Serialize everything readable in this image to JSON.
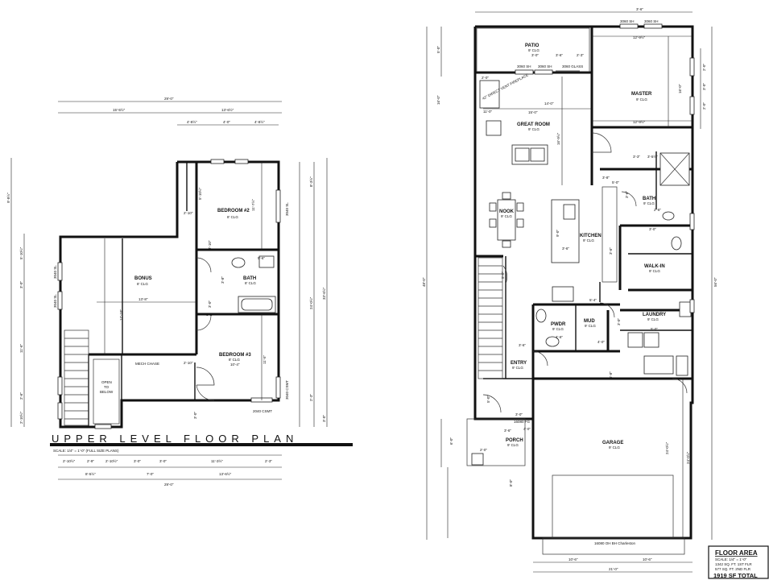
{
  "upper": {
    "title": "UPPER LEVEL FLOOR PLAN",
    "scale": "SCALE: 1/4\" = 1'-0\" (FULL SIZE PLANS)",
    "rooms": {
      "bedroom2": "BEDROOM #2",
      "bedroom2_sub": "8' CLG",
      "bedroom2_dim": "11'-7½\"",
      "bonus": "BONUS",
      "bonus_sub": "8' CLG",
      "bonus_w": "13'-8\"",
      "bonus_h": "17'-10\"",
      "bath": "BATH",
      "bath_sub": "8' CLG",
      "bedroom3": "BEDROOM #3",
      "bedroom3_sub": "8' CLG",
      "bedroom3_w": "10'-4\"",
      "bedroom3_h": "11'-5\"",
      "mech": "MECH CHASE",
      "open1": "OPEN",
      "open2": "TO",
      "open3": "BELOW"
    },
    "dims": {
      "top_total": "29'-0\"",
      "top_left": "15'-5½\"",
      "top_right": "13'-6½\"",
      "top_a": "4'-8½\"",
      "top_b": "4'-0\"",
      "top_c": "4'-8½\"",
      "bot_a": "2'-10½\"",
      "bot_b": "2'-9\"",
      "bot_c": "2'-10½\"",
      "bot_d": "3'-0\"",
      "bot_e": "3'-0\"",
      "bot_f": "11'-3½\"",
      "bot_g": "2'-3\"",
      "bot2_a": "8'-5½\"",
      "bot2_b": "7'-0\"",
      "bot2_c": "13'-6½\"",
      "bot_total": "29'-0\"",
      "left_a": "9'-8½\"",
      "left_b": "5'-10½\"",
      "left_c": "3'-0\"",
      "left_d": "11'-6\"",
      "left_e": "2'-6\"",
      "left_f": "2'-10½\"",
      "right_a": "8'-3½\"",
      "right_b": "24'-0½\"",
      "right_c": "33'-6½\"",
      "right_d": "2'-3\"",
      "right_e": "3'-0\"",
      "win_a": "3040 SL",
      "win_b": "2040 CSMT",
      "win_c": "3040 CSMT",
      "win_d": "3040 SL",
      "win_e": "3040 SL",
      "sm_a": "2'-10\"",
      "sm_b": "3'-10\"",
      "sm_c": "5'-10½\"",
      "sm_d": "3'-8\"",
      "sm_e": "3'-2\"",
      "sm_f": "2'-10\"",
      "sm_g": "5'-6\"",
      "sm_h": "3'-0\"",
      "sm_i": "3'-0\""
    }
  },
  "main": {
    "rooms": {
      "patio": "PATIO",
      "patio_sub": "9' CLG",
      "master": "MASTER",
      "master_sub": "9' CLG",
      "great": "GREAT ROOM",
      "great_sub": "9' CLG",
      "nook": "NOOK",
      "nook_sub": "9' CLG",
      "kitchen": "KITCHEN",
      "kitchen_sub": "9' CLG",
      "bath": "BATH",
      "bath_sub": "9' CLG",
      "walkin": "WALK-IN",
      "walkin_sub": "9' CLG",
      "laundry": "LAUNDRY",
      "laundry_sub": "9' CLG",
      "mud": "MUD",
      "mud_sub": "9' CLG",
      "pwdr": "PWDR",
      "pwdr_sub": "9' CLG",
      "entry": "ENTRY",
      "entry_sub": "9' CLG",
      "porch": "PORCH",
      "porch_sub": "9' CLG",
      "garage": "GARAGE",
      "garage_sub": "9' CLG",
      "fireplace": "42\" DIRECT VENT FIREPLACE"
    },
    "dims": {
      "top_a": "3'-6\"",
      "top_b": "3060 SH",
      "top_c": "3060 SH",
      "patio_w": "3'-0\"",
      "patio_x": "3'-6\"",
      "patio_y": "2'-3\"",
      "win_1": "3060 SH",
      "win_2": "3060 SH",
      "win_3": "3060 GLASS",
      "master_w": "12'-9½\"",
      "master_w2": "12'-9½\"",
      "master_h": "16'-0\"",
      "great_w": "14'-0\"",
      "great_w2": "15'-0\"",
      "great_h": "16'-9½\"",
      "great_x": "11'-0\"",
      "great_y": "2'-0\"",
      "left_a": "5'-0\"",
      "left_b": "16'-0\"",
      "left_c": "48'-0\"",
      "left_d": "6'-0\"",
      "right_a": "56'-0\"",
      "right_b": "2'-0\"",
      "right_c": "3'-0\"",
      "right_d": "2'-0\"",
      "right_e": "24'-0½\"",
      "garage_w": "24'-0½\"",
      "garage_door": "16080 OH BH  Charleston",
      "bot_a": "10'-6\"",
      "bot_b": "10'-6\"",
      "bot_total": "21'-0\"",
      "k_a": "9'-0\"",
      "k_b": "3'-6\"",
      "k_c": "3'-8\"",
      "k_d": "3'-6\"",
      "k_e": "3'-3\"",
      "k_f": "3'-5½\"",
      "k_g": "5'-0\"",
      "k_h": "3'-6\"",
      "k_i": "2'-6\"",
      "k_j": "3'-0\"",
      "k_k": "5'-0\"",
      "porch_a": "3'-6\"",
      "porch_b": "5'-0\"",
      "porch_c": "3'-0\"",
      "porch_d": "4'-0\"",
      "porch_e": "8'-0\"",
      "porch_f": "2'-0\"",
      "porch_door": "16080 FG",
      "entry_a": "5'-4\"",
      "entry_b": "3'-6\"",
      "entry_c": "4'-6\"",
      "entry_d": "5'-0\"",
      "entry_e": "4'-0\"",
      "entry_f": "6'-8\"",
      "entry_g": "3'-0\""
    },
    "area": {
      "title": "FLOOR AREA",
      "scale": "SCALE: 1/4\" = 1'-0\"",
      "first": "1342 SQ. FT. 1ST FLR",
      "second": "577 SQ. FT. 2ND FLR",
      "total": "1919 SF TOTAL"
    }
  }
}
